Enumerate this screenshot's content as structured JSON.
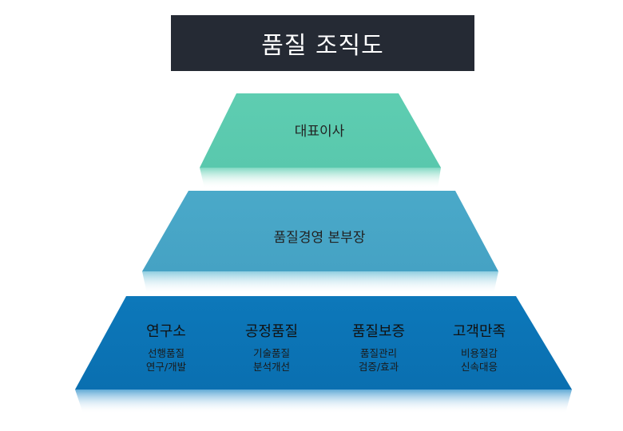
{
  "title": "품질 조직도",
  "tiers": {
    "top": {
      "label": "대표이사",
      "color": "#5fceb2"
    },
    "middle": {
      "label": "품질경영 본부장",
      "color": "#4aa8c8"
    },
    "bottom": {
      "color": "#0c76b8",
      "departments": [
        {
          "name": "연구소",
          "lines": [
            "선행품질",
            "연구/개발"
          ]
        },
        {
          "name": "공정품질",
          "lines": [
            "기술품질",
            "분석개선"
          ]
        },
        {
          "name": "품질보증",
          "lines": [
            "품질관리",
            "검증/효과"
          ]
        },
        {
          "name": "고객만족",
          "lines": [
            "비용절감",
            "신속대응"
          ]
        }
      ]
    }
  }
}
